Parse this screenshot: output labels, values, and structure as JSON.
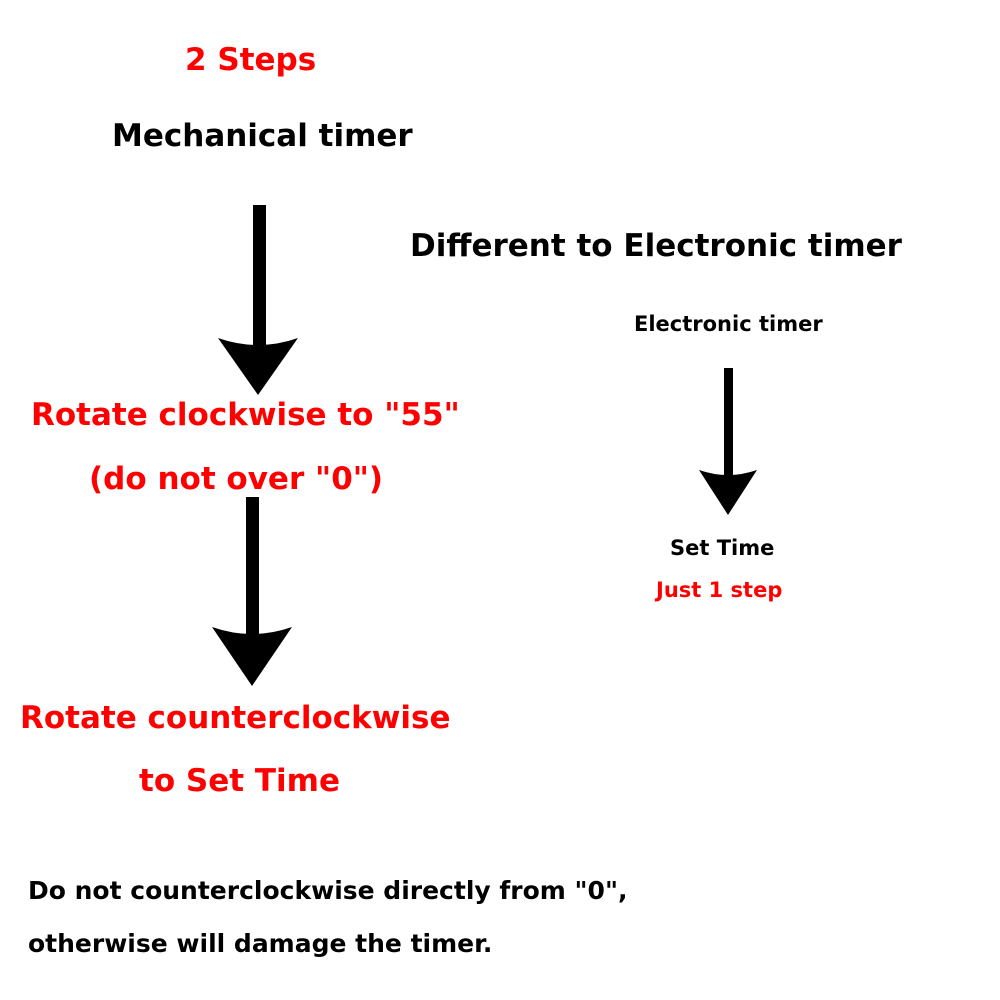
{
  "mechanical": {
    "steps_title": "2 Steps",
    "title": "Mechanical timer",
    "step1_line1": "Rotate clockwise to \"55\"",
    "step1_line2": "(do not over \"0\")",
    "step2_line1": "Rotate counterclockwise",
    "step2_line2": "to Set Time"
  },
  "electronic": {
    "heading": "Different to Electronic timer",
    "title": "Electronic timer",
    "step": "Set Time",
    "note": "Just 1 step"
  },
  "warning": {
    "line1": "Do not counterclockwise directly from \"0\",",
    "line2": "otherwise will damage the timer."
  },
  "colors": {
    "emphasis": "#ff0000",
    "text": "#000000",
    "arrow": "#000000",
    "background": "#ffffff"
  }
}
